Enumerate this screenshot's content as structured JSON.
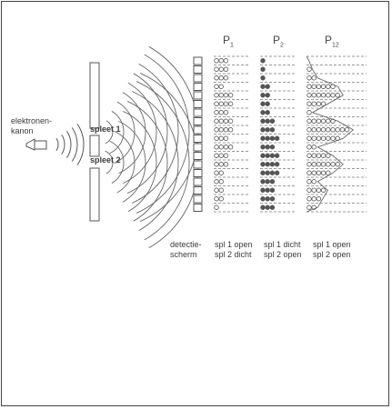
{
  "labels": {
    "gun": "elektronen-\nkanon",
    "slit1": "spleet 1",
    "slit2": "spleet 2",
    "screen": "detectie-\nscherm"
  },
  "columns": [
    {
      "title": "P",
      "sub": "1",
      "caption": "spl 1 open\nspl 2 dicht"
    },
    {
      "title": "P",
      "sub": "2",
      "caption": "spl 1 dicht\nspl 2 open"
    },
    {
      "title": "P",
      "sub": "12",
      "caption": "spl 1 open\nspl 2 open"
    }
  ],
  "counts_p1": [
    3,
    3,
    3,
    2,
    4,
    4,
    3,
    4,
    4,
    3,
    4,
    3,
    3,
    2,
    2,
    2,
    2,
    1
  ],
  "counts_p2": [
    1,
    1,
    1,
    2,
    2,
    2,
    2,
    3,
    3,
    4,
    3,
    4,
    4,
    4,
    3,
    3,
    3,
    3
  ],
  "counts_p12": [
    0,
    1,
    2,
    6,
    7,
    4,
    1,
    6,
    9,
    7,
    2,
    5,
    7,
    5,
    2,
    4,
    3,
    2
  ]
}
